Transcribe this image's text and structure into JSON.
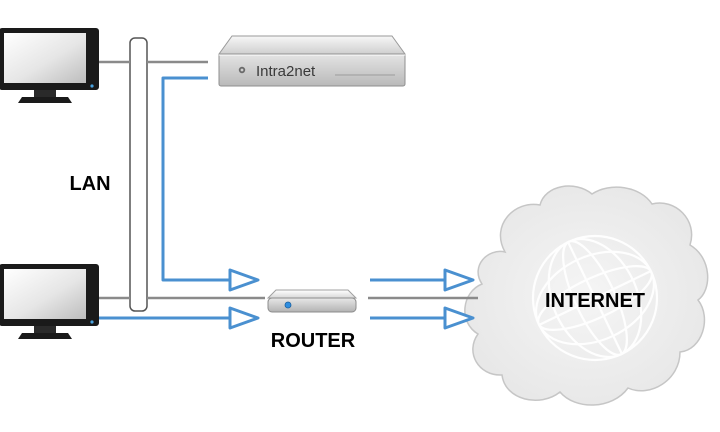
{
  "labels": {
    "lan": "LAN",
    "router": "ROUTER",
    "internet": "INTERNET",
    "server_brand": "Intra2net"
  },
  "colors": {
    "link_blue": "#4a90d0",
    "cable_gray": "#8a8a8a",
    "cloud_fill": "#eeeeee",
    "cloud_stroke": "#c8c8c8"
  },
  "icons": [
    "monitor-icon",
    "monitor-icon",
    "server-appliance-icon",
    "router-icon",
    "cloud-icon",
    "globe-icon",
    "arrow-right-icon"
  ]
}
